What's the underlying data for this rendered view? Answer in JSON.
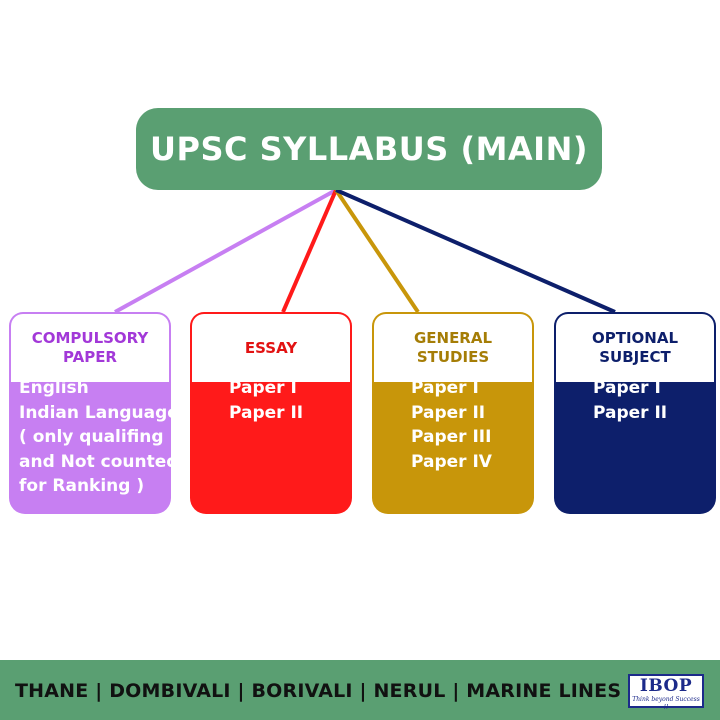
{
  "title": "UPSC SYLLABUS (MAIN)",
  "colors": {
    "title_bg": "#5a9f72",
    "footer_bg": "#5a9f72",
    "compulsory": "#c77ff2",
    "compulsory_text": "#a238d8",
    "essay": "#ff1a1a",
    "essay_text": "#e21212",
    "general": "#c8960a",
    "general_text": "#a57d06",
    "optional": "#0d1f6b",
    "optional_text": "#0d1f6b",
    "logo": "#1c2a8a"
  },
  "boxes": [
    {
      "id": "compulsory",
      "heading": "COMPULSORY\nPAPER",
      "items": [
        "English",
        "Indian Language",
        "( only qualifing",
        "and Not counted",
        "for Ranking )"
      ]
    },
    {
      "id": "essay",
      "heading": "ESSAY",
      "items": [
        "Paper I",
        "Paper II"
      ]
    },
    {
      "id": "general",
      "heading": "GENERAL\nSTUDIES",
      "items": [
        "Paper I",
        "Paper II",
        "Paper III",
        "Paper IV"
      ]
    },
    {
      "id": "optional",
      "heading": "OPTIONAL\nSUBJECT",
      "items": [
        "Paper I",
        "Paper II"
      ]
    }
  ],
  "footer": {
    "locations": "THANE | DOMBIVALI | BORIVALI | NERUL | MARINE LINES",
    "logo_text": "IBOP",
    "logo_tagline": "Think beyond Success !!"
  }
}
